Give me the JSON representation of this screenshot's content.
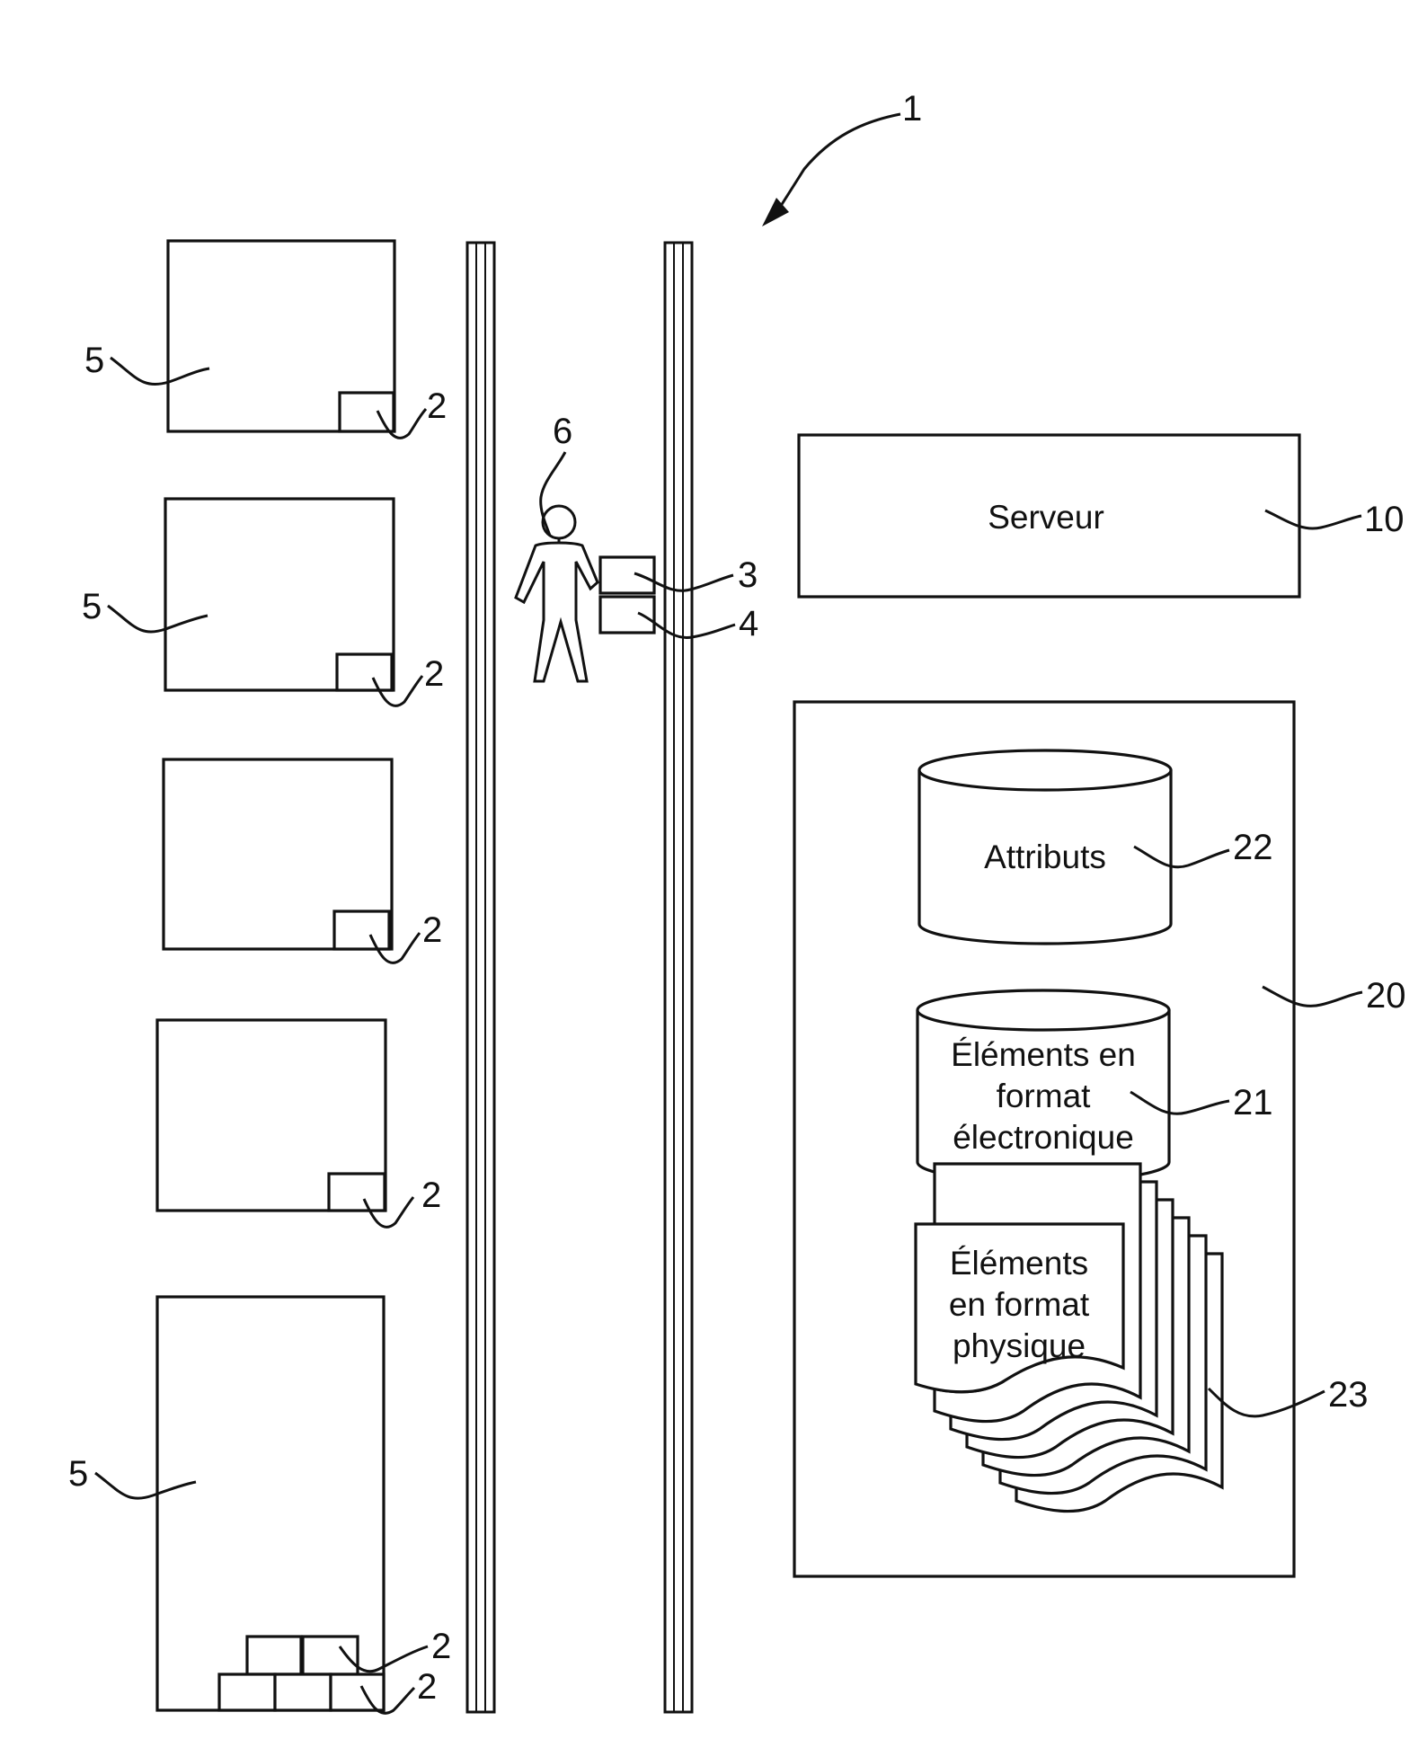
{
  "figure": {
    "system_ref": "1",
    "refs": {
      "storage_unit": "5",
      "physical_item": "2",
      "operator": "6",
      "device_upper": "3",
      "device_lower": "4",
      "server": "10",
      "store": "20",
      "electronic_db": "21",
      "attributes_db": "22",
      "physical_items": "23"
    },
    "server_label": "Serveur",
    "attributes_label": "Attributs",
    "electronic_label": [
      "Éléments en",
      "format",
      "électronique"
    ],
    "physical_label": [
      "Éléments",
      "en format",
      "physique"
    ]
  }
}
